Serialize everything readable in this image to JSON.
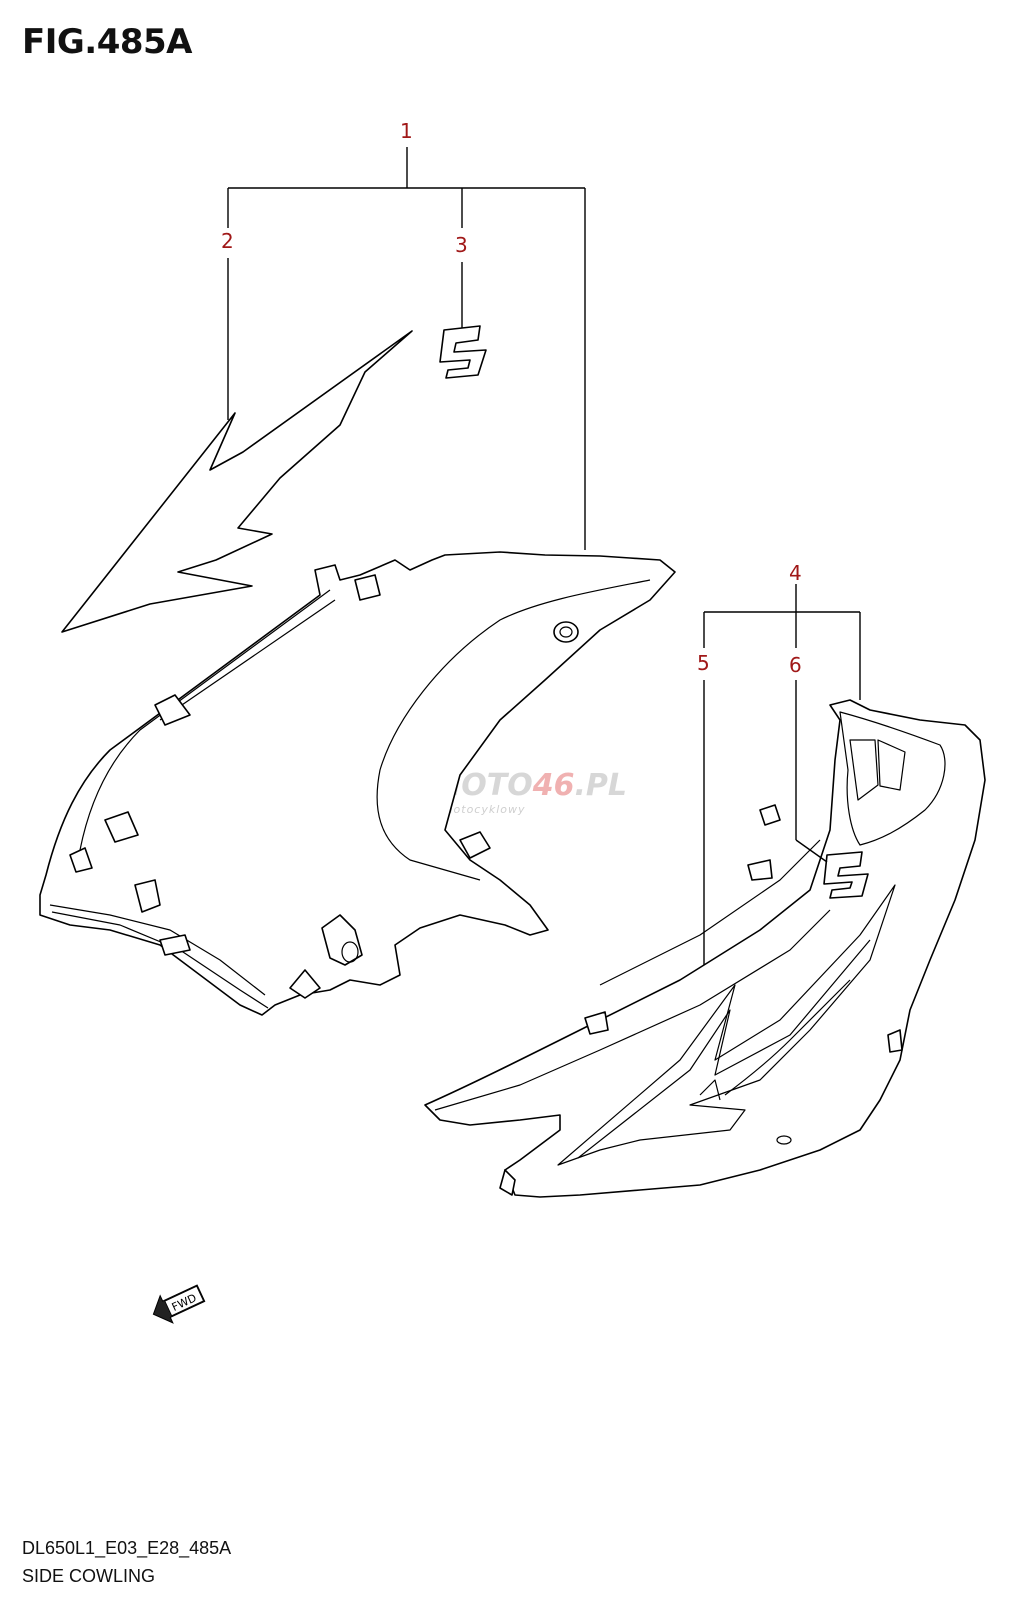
{
  "figure": {
    "title": "FIG.485A"
  },
  "callouts": [
    "1",
    "2",
    "3",
    "4",
    "5",
    "6"
  ],
  "watermark": {
    "brand_main": "SKLEPMOTO",
    "brand_num": "46",
    "brand_tld": ".PL",
    "tagline": "internetowy sklep motocyklowy"
  },
  "fwd_label": "FWD",
  "footer": {
    "code": "DL650L1_E03_E28_485A",
    "name": "SIDE COWLING"
  },
  "colors": {
    "callout": "#a01818",
    "line": "#000000"
  }
}
